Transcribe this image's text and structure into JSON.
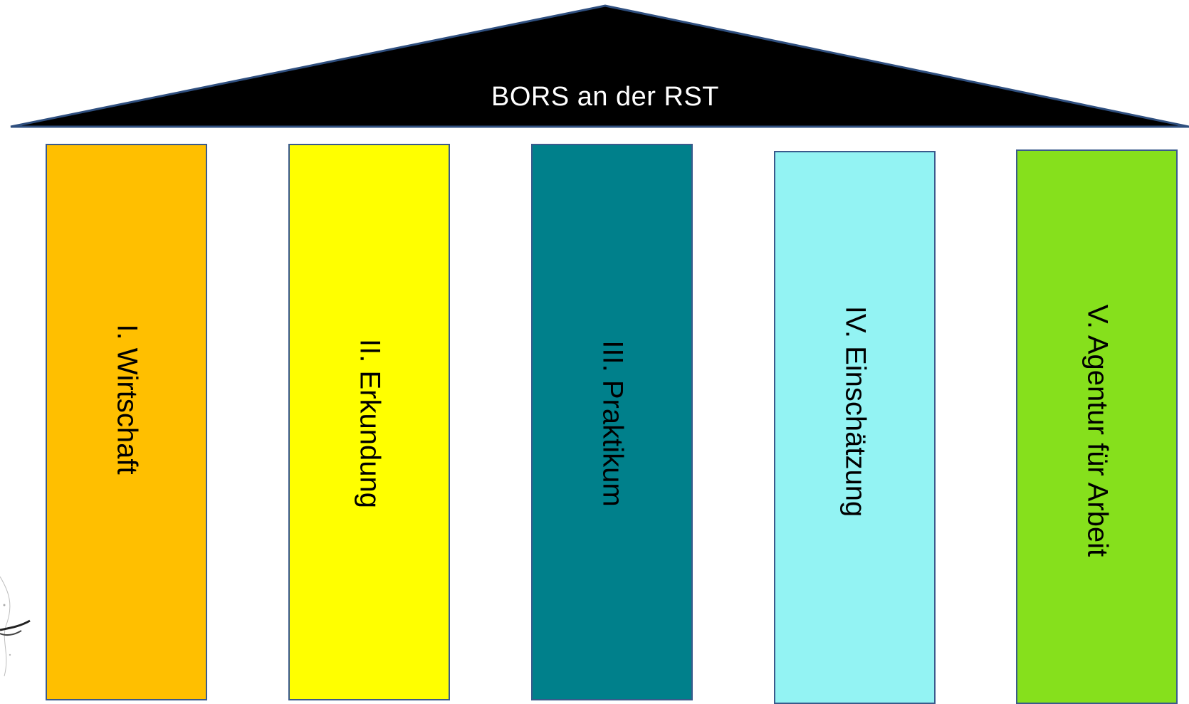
{
  "roof": {
    "title": "BORS an der RST",
    "fill": "#000000",
    "stroke": "#2f4f7f"
  },
  "pillars": [
    {
      "label": "I. Wirtschaft",
      "color": "#ffbf00"
    },
    {
      "label": "II. Erkundung",
      "color": "#ffff00"
    },
    {
      "label": "III. Praktikum",
      "color": "#00808b"
    },
    {
      "label": "IV. Einschätzung",
      "color": "#93f3f3"
    },
    {
      "label": "V. Agentur für Arbeit",
      "color": "#86e01c"
    }
  ],
  "colors": {
    "pillar_border": "#3a5a8c",
    "background": "#ffffff"
  }
}
